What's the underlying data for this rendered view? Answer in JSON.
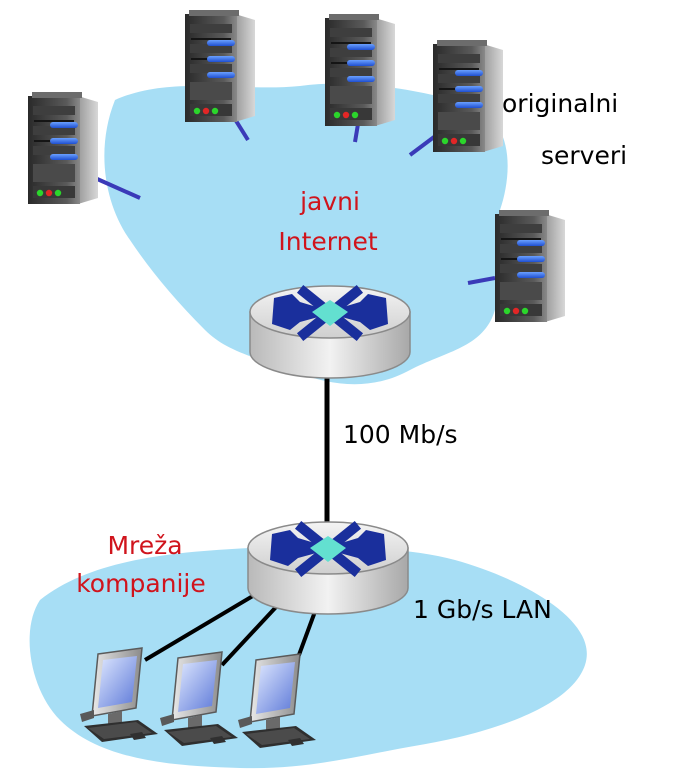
{
  "labels": {
    "origin_servers_line1": "originalni",
    "origin_servers_line2": "serveri",
    "internet_line1": "javni",
    "internet_line2": "Internet",
    "access_link": "100 Mb/s",
    "company_line1": "Mreža",
    "company_line2": "kompanije",
    "lan": "1 Gb/s LAN"
  },
  "colors": {
    "cloud": "#a7def5",
    "link": "#3a3ab8",
    "red_text": "#d0141c",
    "text": "#000000",
    "router_arrows": "#1a2f9c",
    "router_center": "#63e0d0"
  },
  "icons": {
    "server": "server-tower-icon",
    "router": "router-icon",
    "pc": "desktop-computer-icon"
  }
}
